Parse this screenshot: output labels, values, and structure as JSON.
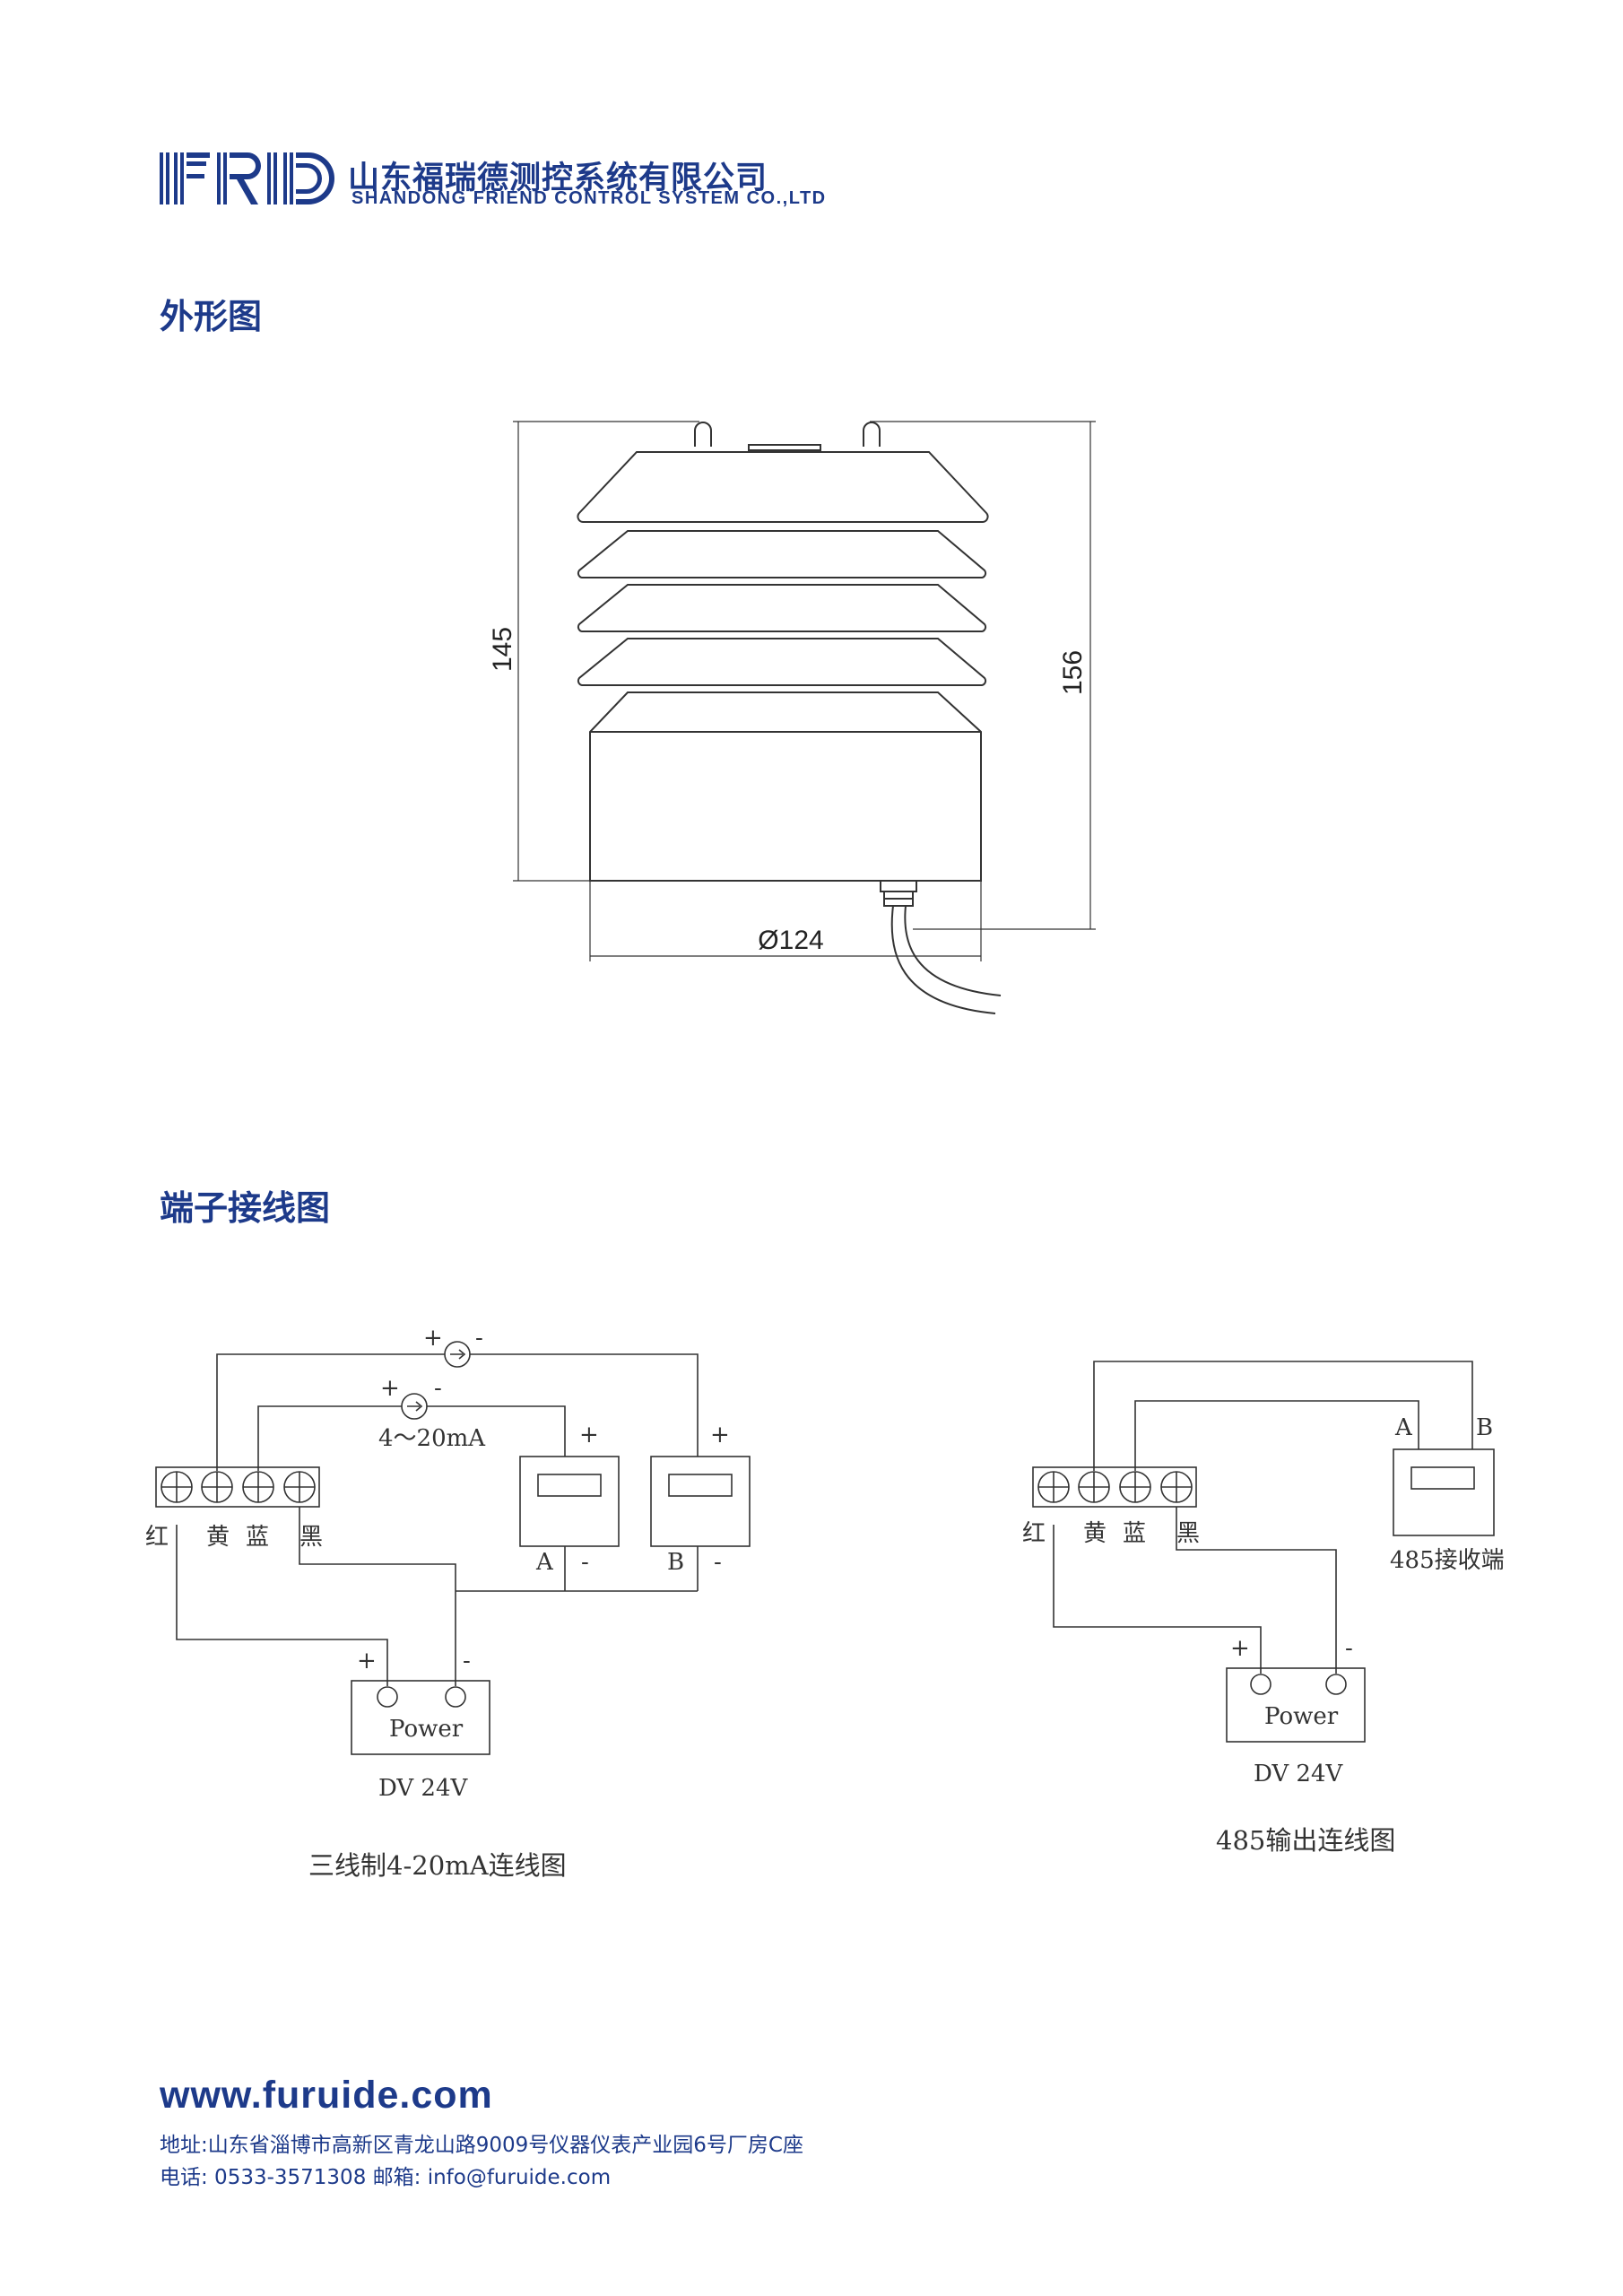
{
  "header": {
    "logo_text": "FRD",
    "company_cn": "山东福瑞德测控系统有限公司",
    "company_en": "SHANDONG FRIEND CONTROL SYSTEM CO.,LTD"
  },
  "sections": {
    "outline_title": "外形图",
    "wiring_title": "端子接线图"
  },
  "outline": {
    "dim_height_inner": "145",
    "dim_height_outer": "156",
    "dim_diameter": "Ø124"
  },
  "wiring_left": {
    "plus": "+",
    "minus": "-",
    "current_label": "4～20mA",
    "wire_labels": [
      "红",
      "黄",
      "蓝",
      "黑"
    ],
    "meter_a": "A",
    "meter_b": "B",
    "power_label": "Power",
    "power_voltage": "DV 24V",
    "caption": "三线制4-20mA连线图"
  },
  "wiring_right": {
    "plus": "+",
    "minus": "-",
    "wire_labels": [
      "红",
      "黄",
      "蓝",
      "黑"
    ],
    "terminal_a": "A",
    "terminal_b": "B",
    "receiver_label": "485接收端",
    "power_label": "Power",
    "power_voltage": "DV 24V",
    "caption": "485输出连线图"
  },
  "footer": {
    "website": "www.furuide.com",
    "address": "地址:山东省淄博市高新区青龙山路9009号仪器仪表产业园6号厂房C座",
    "contact": "电话: 0533-3571308 邮箱: info@furuide.com"
  },
  "colors": {
    "brand_blue": "#1d3a8a",
    "line_gray": "#333333"
  }
}
